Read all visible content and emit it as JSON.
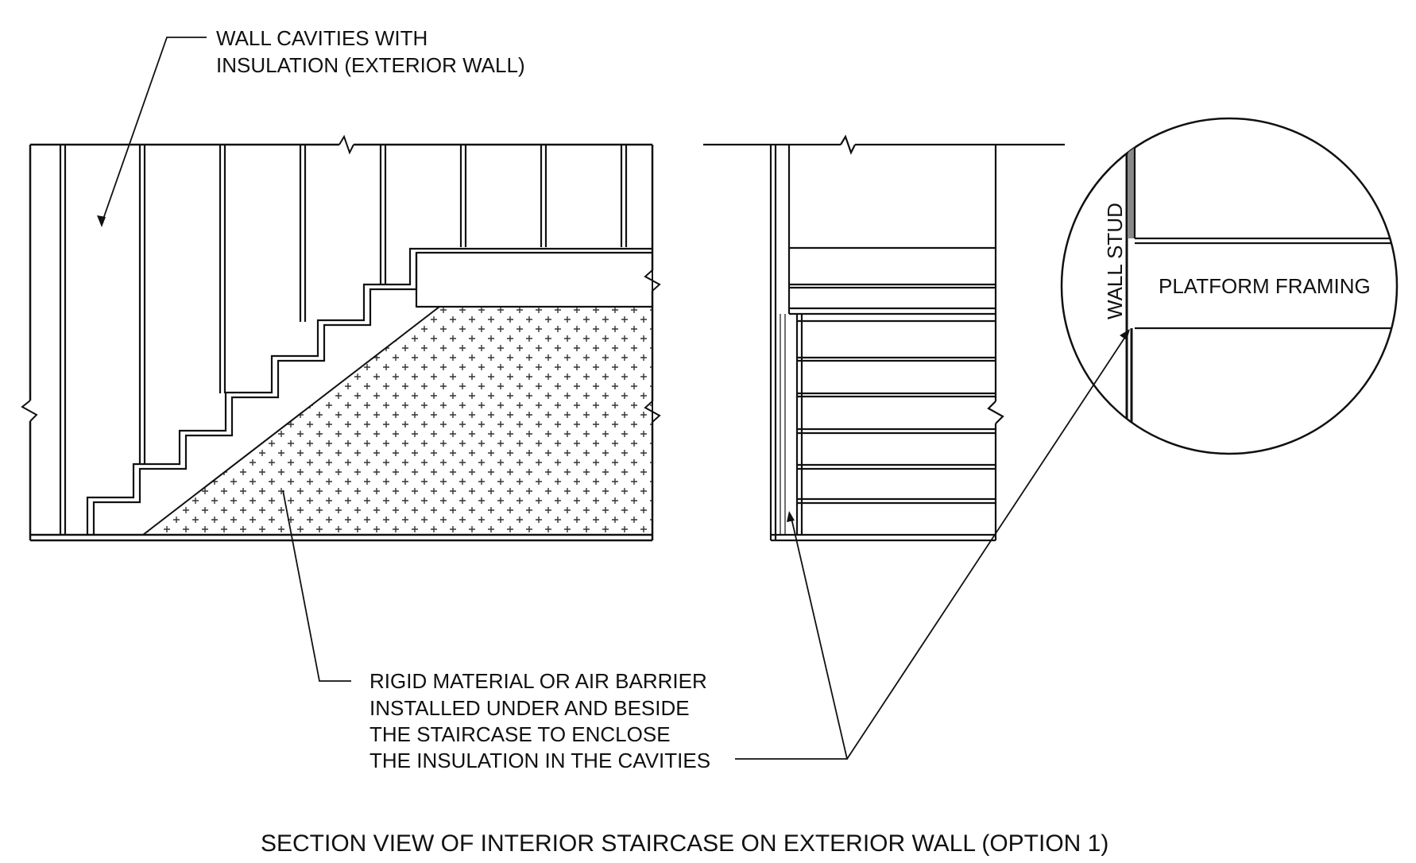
{
  "labels": {
    "wall_cavities_line1": "WALL CAVITIES WITH",
    "wall_cavities_line2": "INSULATION (EXTERIOR WALL)",
    "rigid_line1": "RIGID MATERIAL OR AIR BARRIER",
    "rigid_line2": "INSTALLED UNDER AND BESIDE",
    "rigid_line3": "THE STAIRCASE TO ENCLOSE",
    "rigid_line4": "THE INSULATION IN THE CAVITIES",
    "wall_stud": "WALL STUD",
    "platform_framing": "PLATFORM FRAMING"
  },
  "title": "SECTION VIEW OF INTERIOR STAIRCASE ON EXTERIOR WALL (OPTION 1)"
}
